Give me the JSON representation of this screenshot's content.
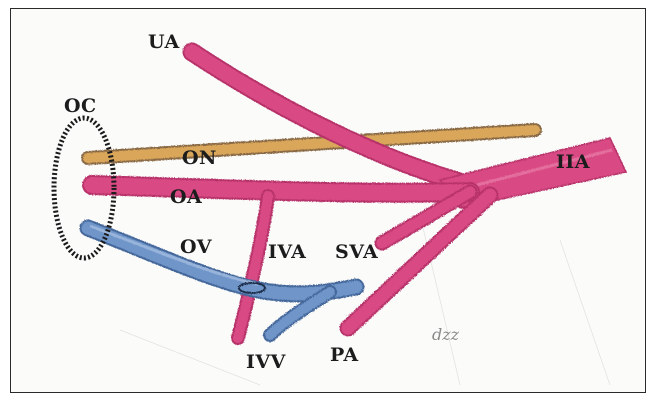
{
  "labels": {
    "ua": "UA",
    "oc": "OC",
    "on": "ON",
    "iia": "IIA",
    "oa": "OA",
    "ov": "OV",
    "iva": "IVA",
    "sva": "SVA",
    "ivv": "IVV",
    "pa": "PA"
  },
  "signature": "dzz",
  "colors": {
    "artery": "#d94a83",
    "artery_dark": "#b8336a",
    "vein": "#6f95c9",
    "vein_dark": "#45679b",
    "nerve": "#d9a65a",
    "nerve_dark": "#8a6a45",
    "outline": "#1a1a1a"
  }
}
